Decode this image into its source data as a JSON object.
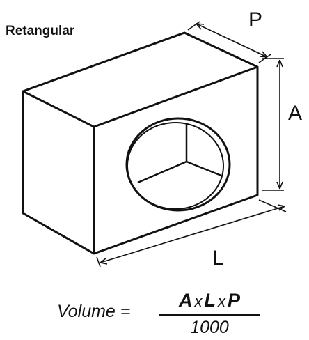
{
  "diagram": {
    "title": "Retangular",
    "labels": {
      "depth": "P",
      "height": "A",
      "length": "L"
    }
  },
  "formula": {
    "lhs": "Volume =",
    "numerator": {
      "term1": "A",
      "op1": "x",
      "term2": "L",
      "op2": "x",
      "term3": "P"
    },
    "denominator": "1000"
  },
  "colors": {
    "stroke": "#111111",
    "background": "#ffffff"
  }
}
